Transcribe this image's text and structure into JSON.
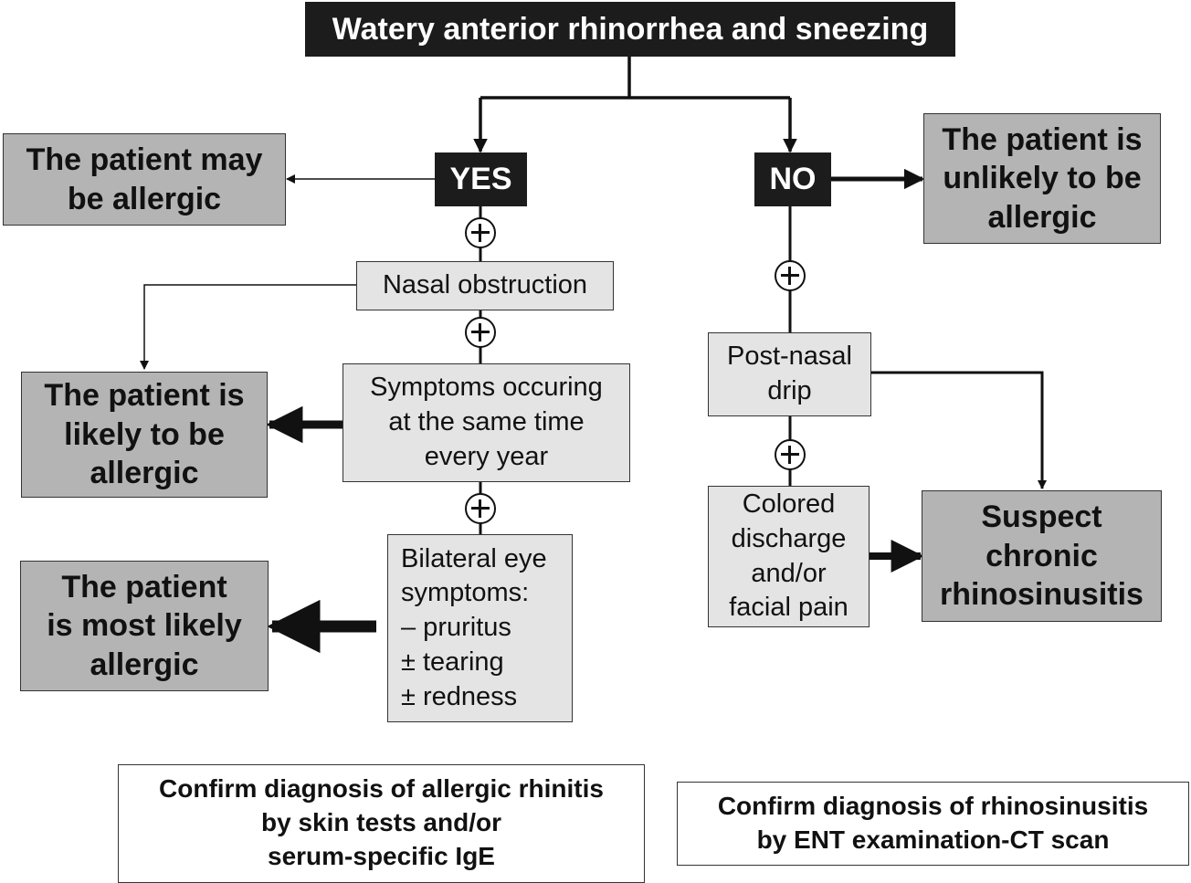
{
  "root": {
    "label": "Watery anterior rhinorrhea and sneezing"
  },
  "branches": {
    "yes_label": "YES",
    "no_label": "NO"
  },
  "outcomes": {
    "may_be_allergic": [
      "The patient may",
      "be allergic"
    ],
    "unlikely_allergic": [
      "The patient is",
      "unlikely to be",
      "allergic"
    ],
    "likely_allergic": [
      "The patient is",
      "likely to be",
      "allergic"
    ],
    "most_likely_allergic": [
      "The patient",
      "is most likely",
      "allergic"
    ],
    "suspect_rhinosinusitis": [
      "Suspect",
      "chronic",
      "rhinosinusitis"
    ]
  },
  "yes_steps": {
    "nasal_obstruction": [
      "Nasal obstruction"
    ],
    "seasonal_symptoms": [
      "Symptoms occuring",
      "at the same time",
      "every year"
    ],
    "eye_symptoms": [
      "Bilateral eye",
      "symptoms:",
      "– pruritus",
      "± tearing",
      "± redness"
    ]
  },
  "no_steps": {
    "postnasal_drip": [
      "Post-nasal",
      "drip"
    ],
    "colored_discharge": [
      "Colored",
      "discharge",
      "and/or",
      "facial pain"
    ]
  },
  "confirmations": {
    "allergic_rhinitis": [
      "Confirm diagnosis of allergic rhinitis",
      "by skin tests and/or",
      "serum-specific IgE"
    ],
    "rhinosinusitis": [
      "Confirm diagnosis of rhinosinusitis",
      "by ENT examination-CT scan"
    ]
  },
  "plus_symbol": "plus-circle-icon"
}
